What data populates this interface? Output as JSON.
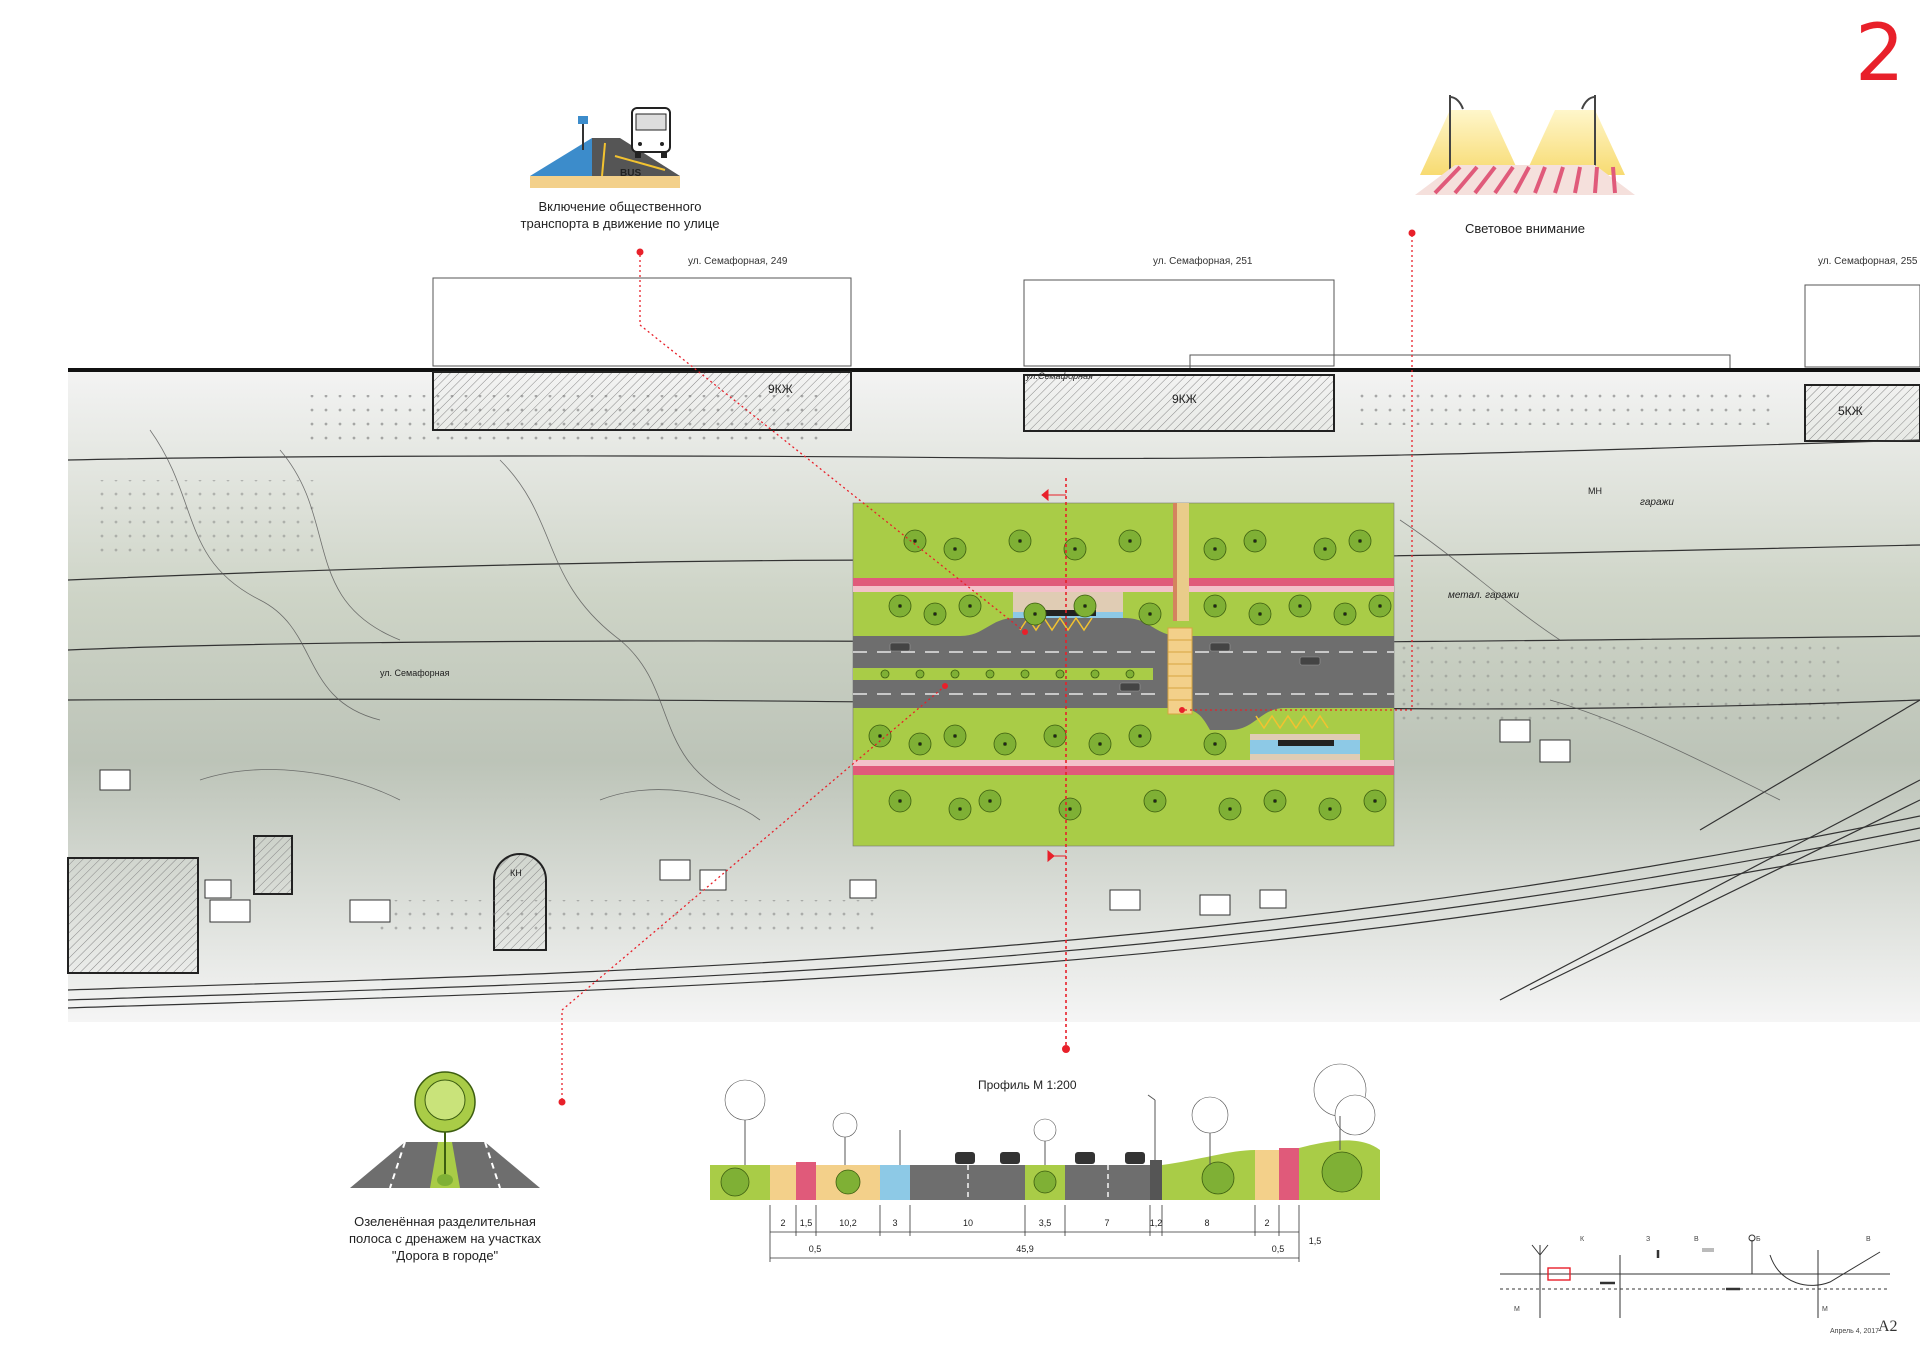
{
  "sheet_number": "2",
  "sheet_code": "A2",
  "date": "Апрель 4, 2017",
  "callouts": {
    "transit": {
      "caption_line1": "Включение общественного",
      "caption_line2": "транспорта в движение по улице",
      "icon_label": "BUS"
    },
    "lighting": {
      "caption": "Световое внимание"
    },
    "greenbelt": {
      "caption_line1": "Озеленённая разделительная",
      "caption_line2": "полоса с дренажем на участках",
      "caption_line3": "\"Дорога в городе\""
    }
  },
  "addresses": [
    "ул. Семафорная, 249",
    "ул. Семафорная, 251",
    "ул. Семафорная, 255"
  ],
  "map_labels": {
    "b1": "9КЖ",
    "b2": "9КЖ",
    "b3": "5КЖ",
    "street1": "ул.Семафорная",
    "street2": "ул. Семафорная",
    "garages": "гаражи",
    "metal_garages": "метал. гаражи",
    "mn": "МН",
    "kn": "КН"
  },
  "profile": {
    "title": "Профиль М 1:200",
    "segments": [
      "2",
      "1,5",
      "10,2",
      "3",
      "10",
      "3,5",
      "7",
      "1,2",
      "8",
      "2",
      "1,5"
    ],
    "sub_dims": [
      "0,5",
      "45,9",
      "0,5"
    ]
  },
  "keymap": {
    "labels": [
      "К",
      "З",
      "В",
      "Б",
      "В",
      "М",
      "М"
    ]
  },
  "colors": {
    "accent_red": "#e8202a",
    "green": "#a7cc45",
    "asphalt": "#6e6e6e",
    "pink": "#e05a7a",
    "blue": "#8dc9e6",
    "sand": "#f3d08a"
  }
}
